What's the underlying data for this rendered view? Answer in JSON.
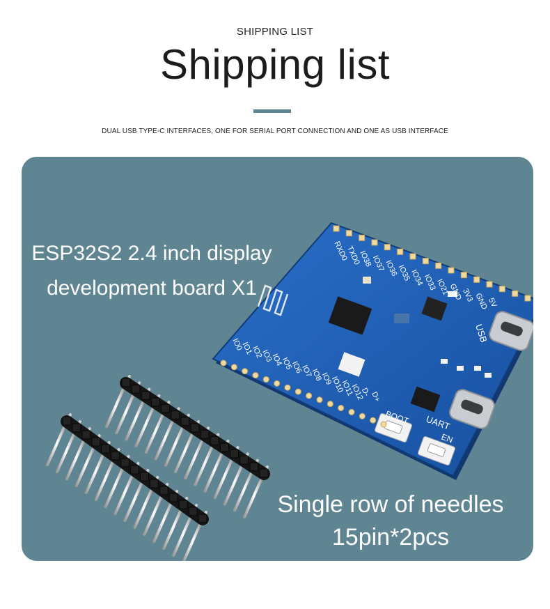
{
  "header": {
    "subtitle": "SHIPPING LIST",
    "title": "Shipping list",
    "caption": "DUAL USB TYPE-C INTERFACES, ONE FOR SERIAL PORT CONNECTION AND ONE AS USB INTERFACE"
  },
  "colors": {
    "panel": "#5f8592",
    "accent": "#5f8592",
    "board": "#1f5fb8",
    "text_on_panel": "#ffffff"
  },
  "panel": {
    "board_label": {
      "line1": "ESP32S2 2.4 inch display",
      "line2": "development board X1"
    },
    "pins_label": {
      "line1": "Single row of needles",
      "line2": "15pin*2pcs"
    }
  },
  "board": {
    "top_pins": [
      "RXD0",
      "TXD0",
      "IO38",
      "IO37",
      "IO36",
      "IO35",
      "IO34",
      "IO33",
      "IO21",
      "GND",
      "3V3",
      "GND",
      "5V"
    ],
    "left_pins": [
      "IO0",
      "IO1",
      "IO2",
      "IO3",
      "IO4",
      "IO5",
      "IO6",
      "IO7",
      "IO8",
      "IO9",
      "IO10",
      "IO11",
      "IO12",
      "D-",
      "D+"
    ],
    "usb_label": "USB",
    "uart_label": "UART",
    "boot_label": "BOOT",
    "en_label": "EN"
  }
}
